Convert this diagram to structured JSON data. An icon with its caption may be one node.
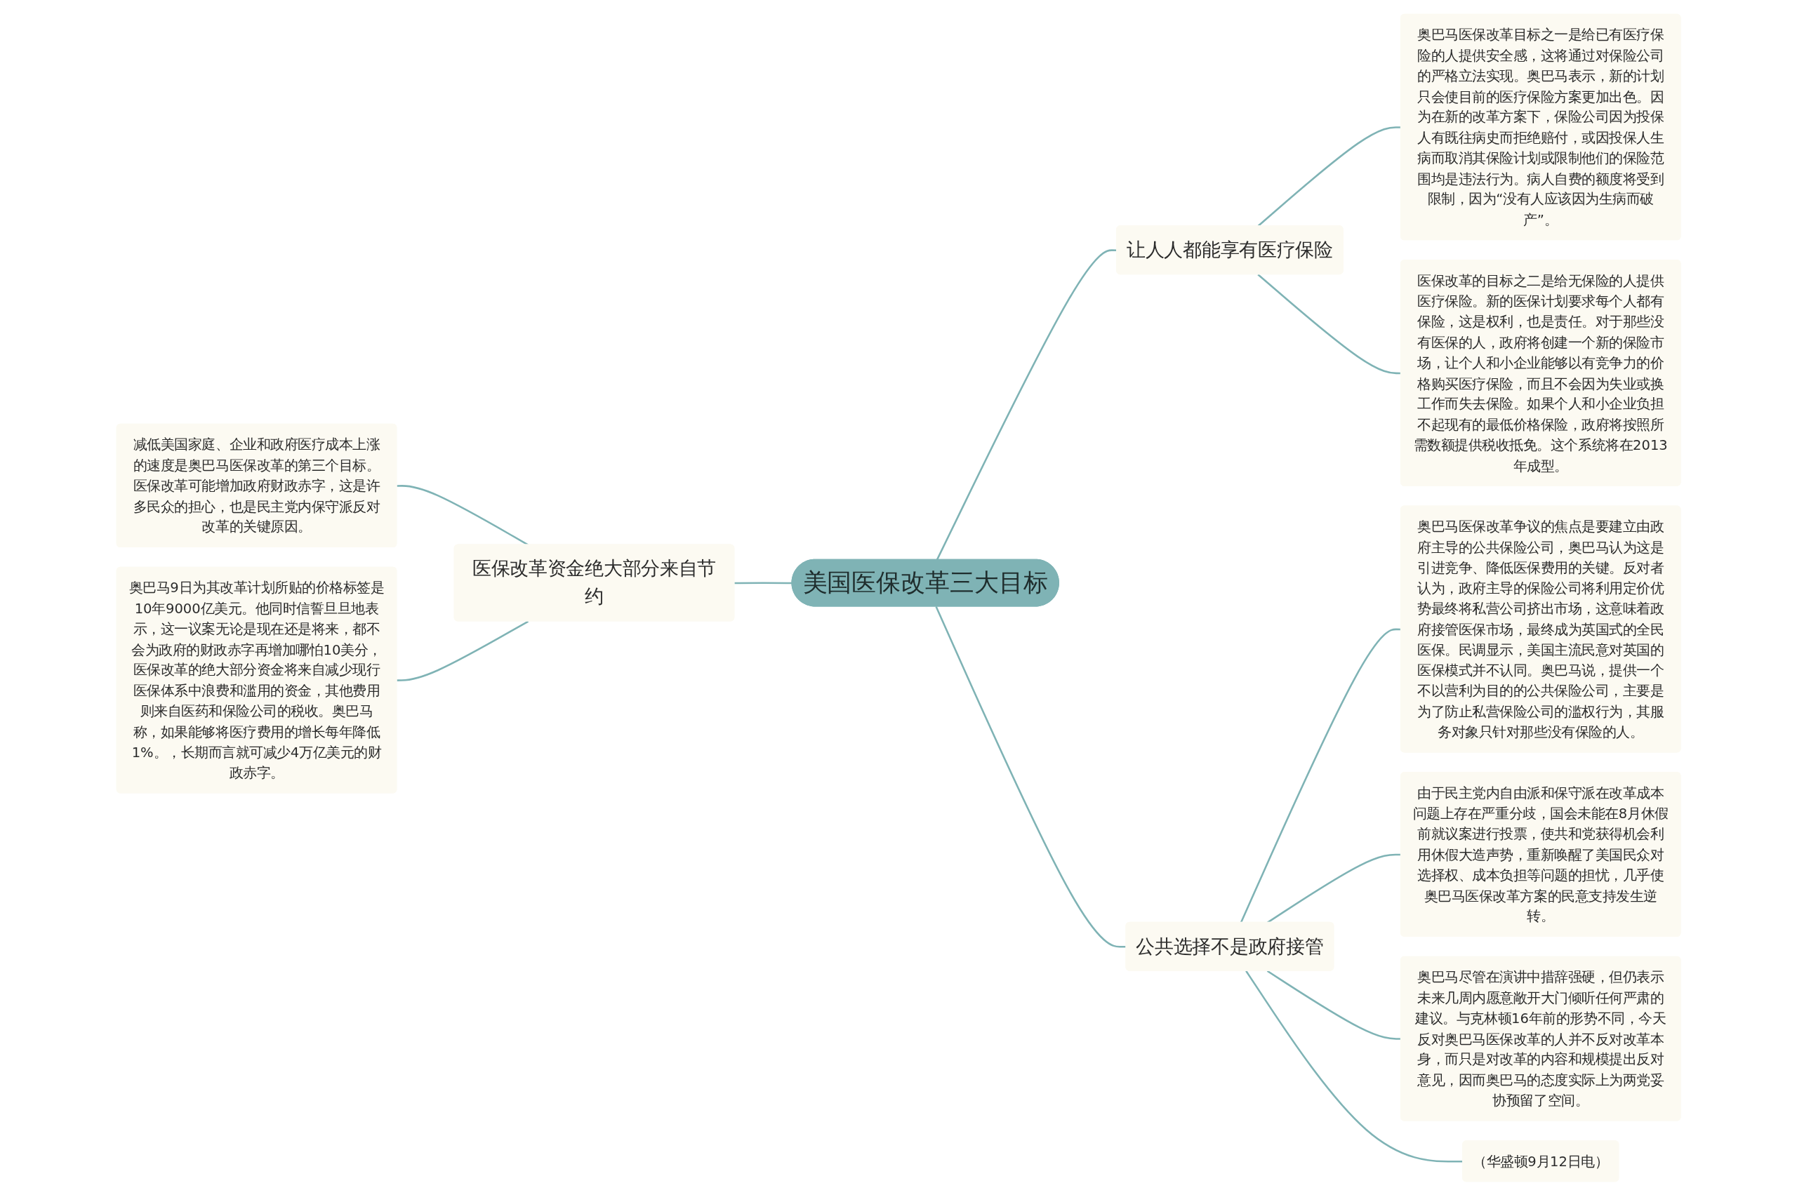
{
  "diagram": {
    "nodes": [
      {
        "text": [
          "美国医保改革三大目标"
        ]
      },
      {
        "text": [
          "让人人都能享有医疗保险"
        ]
      },
      {
        "text": [
          "奥巴马医保改革目标之一是给已有医疗保险的人提供安全感，这将通过对保险公司的严格立法实现。奥巴马表示，新的计划只会使目前的医疗保险方案更加出色。因为在新的改革方案下，保险公司因为投保人有既往病史而拒绝赔付，或因投保人生病而取消其保险计划或限制他们的保险范围均是违法行为。病人自费的额度将受到限制，因为“没有人应该因为生病而破产”。"
        ]
      },
      {
        "text": [
          "医保改革的目标之二是给无保险的人提供医疗保险。新的医保计划要求每个人都有保险，这是权利，也是责任。对于那些没有医保的人，政府将创建一个新的保险市场，让个人和小企业能够以有竞争力的价格购买医疗保险，而且不会因为失业或换工作而失去保险。如果个人和小企业负担不起现有的最低价格保险，政府将按照所需数额提供税收抵免。这个系统将在2013年成型。"
        ]
      },
      {
        "text": [
          "医保改革资金绝大部分来自节约"
        ]
      },
      {
        "text": [
          "减低美国家庭、企业和政府医疗成本上涨的速度是奥巴马医保改革的第三个目标。医保改革可能增加政府财政赤字，这是许多民众的担心，也是民主党内保守派反对改革的关键原因。"
        ]
      },
      {
        "text": [
          "奥巴马9日为其改革计划所贴的价格标签是10年9000亿美元。他同时信誓旦旦地表示，这一议案无论是现在还是将来，都不会为政府的财政赤字再增加哪怕10美分，医保改革的绝大部分资金将来自减少现行医保体系中浪费和滥用的资金，其他费用则来自医药和保险公司的税收。奥巴马称，如果能够将医疗费用的增长每年降低1%。，长期而言就可减少4万亿美元的财政赤字。"
        ]
      },
      {
        "text": [
          "公共选择不是政府接管"
        ]
      },
      {
        "text": [
          "奥巴马医保改革争议的焦点是要建立由政府主导的公共保险公司，奥巴马认为这是引进竞争、降低医保费用的关键。反对者认为，政府主导的保险公司将利用定价优势最终将私营公司挤出市场，这意味着政府接管医保市场，最终成为英国式的全民医保。民调显示，美国主流民意对英国的医保模式并不认同。奥巴马说，提供一个不以营利为目的的公共保险公司，主要是为了防止私营保险公司的滥权行为，其服务对象只针对那些没有保险的人。"
        ]
      },
      {
        "text": [
          "由于民主党内自由派和保守派在改革成本问题上存在严重分歧，国会未能在8月休假前就议案进行投票，使共和党获得机会利用休假大造声势，重新唤醒了美国民众对选择权、成本负担等问题的担忧，几乎使奥巴马医保改革方案的民意支持发生逆转。"
        ]
      },
      {
        "text": [
          "奥巴马尽管在演讲中措辞强硬，但仍表示未来几周内愿意敞开大门倾听任何严肃的建议。与克林顿16年前的形势不同，今天反对奥巴马医保改革的人并不反对改革本身，而只是对改革的内容和规模提出反对意见，因而奥巴马的态度实际上为两党妥协预留了空间。"
        ]
      },
      {
        "text": [
          "（华盛顿9月12日电）"
        ]
      }
    ],
    "edges": [
      {
        "from": 0,
        "to": 1,
        "arrow": "none"
      },
      {
        "from": 1,
        "to": 2,
        "arrow": "none"
      },
      {
        "from": 1,
        "to": 3,
        "arrow": "none"
      },
      {
        "from": 0,
        "to": 4,
        "arrow": "none"
      },
      {
        "from": 4,
        "to": 5,
        "arrow": "none"
      },
      {
        "from": 4,
        "to": 6,
        "arrow": "none"
      },
      {
        "from": 0,
        "to": 7,
        "arrow": "none"
      },
      {
        "from": 7,
        "to": 8,
        "arrow": "none"
      },
      {
        "from": 7,
        "to": 9,
        "arrow": "none"
      },
      {
        "from": 7,
        "to": 10,
        "arrow": "none"
      },
      {
        "from": 7,
        "to": 11,
        "arrow": "none"
      }
    ]
  }
}
